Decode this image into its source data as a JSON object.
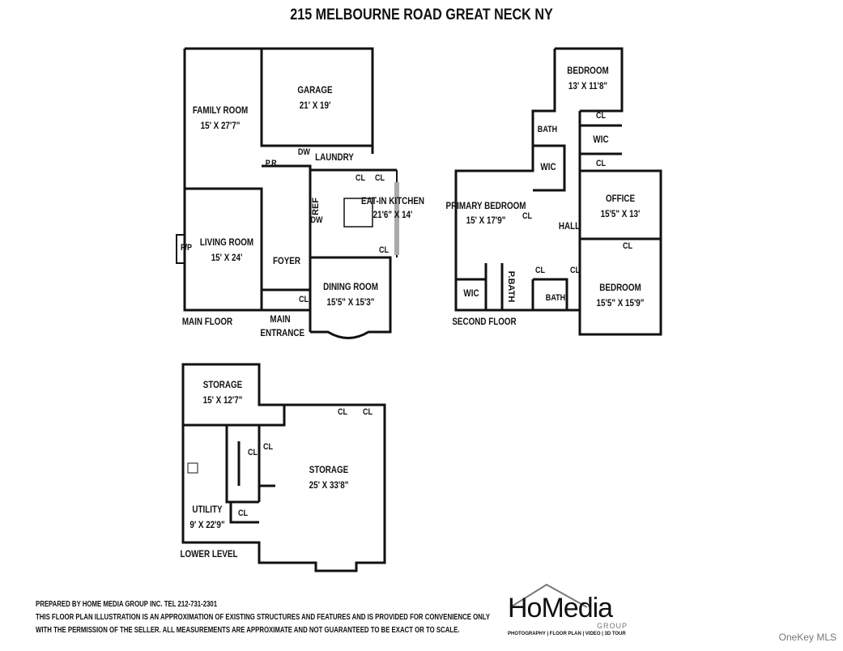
{
  "title": "215 MELBOURNE ROAD GREAT NECK NY",
  "main_floor": {
    "label": "MAIN FLOOR",
    "rooms": [
      {
        "name": "FAMILY ROOM",
        "size": "15' X 27'7\""
      },
      {
        "name": "GARAGE",
        "size": "21' X 19'"
      },
      {
        "name": "LIVING ROOM",
        "size": "15' X 24'"
      },
      {
        "name": "EAT-IN KITCHEN",
        "size": "21'6\" X 14'"
      },
      {
        "name": "DINING ROOM",
        "size": "15'5\" X 15'3\""
      }
    ],
    "labels": {
      "foyer": "FOYER",
      "laundry": "LAUNDRY",
      "pr": "P.R.",
      "dw": "DW",
      "ref": "REF",
      "dw2": "DW",
      "fp": "F/P",
      "cl": "CL",
      "main_entrance": "MAIN ENTRANCE"
    }
  },
  "second_floor": {
    "label": "SECOND FLOOR",
    "rooms": [
      {
        "name": "BEDROOM",
        "size": "13' X 11'8\""
      },
      {
        "name": "PRIMARY BEDROOM",
        "size": "15' X 17'9\""
      },
      {
        "name": "OFFICE",
        "size": "15'5\" X 13'"
      },
      {
        "name": "BEDROOM",
        "size": "15'5\" X 15'9\""
      }
    ],
    "labels": {
      "bath": "BATH",
      "wic": "WIC",
      "hall": "HALL",
      "pbath": "P.BATH",
      "cl": "CL"
    }
  },
  "lower_level": {
    "label": "LOWER LEVEL",
    "rooms": [
      {
        "name": "STORAGE",
        "size": "15' X 12'7\""
      },
      {
        "name": "STORAGE",
        "size": "25' X 33'8\""
      },
      {
        "name": "UTILITY",
        "size": "9' X 22'9\""
      }
    ],
    "labels": {
      "cl": "CL"
    }
  },
  "footer": {
    "line1": "PREPARED BY  HOME MEDIA GROUP INC.  TEL 212-731-2301",
    "line2": "THIS FLOOR PLAN ILLUSTRATION IS AN APPROXIMATION OF EXISTING STRUCTURES AND FEATURES AND IS PROVIDED FOR CONVENIENCE ONLY",
    "line3": "WITH THE PERMISSION OF THE SELLER. ALL MEASUREMENTS ARE APPROXIMATE AND NOT GUARANTEED TO BE EXACT OR TO SCALE."
  },
  "logo": {
    "name": "HoMedia",
    "group": "GROUP",
    "tagline": "PHOTOGRAPHY | FLOOR PLAN | VIDEO | 3D TOUR"
  },
  "watermark": "OneKey MLS"
}
